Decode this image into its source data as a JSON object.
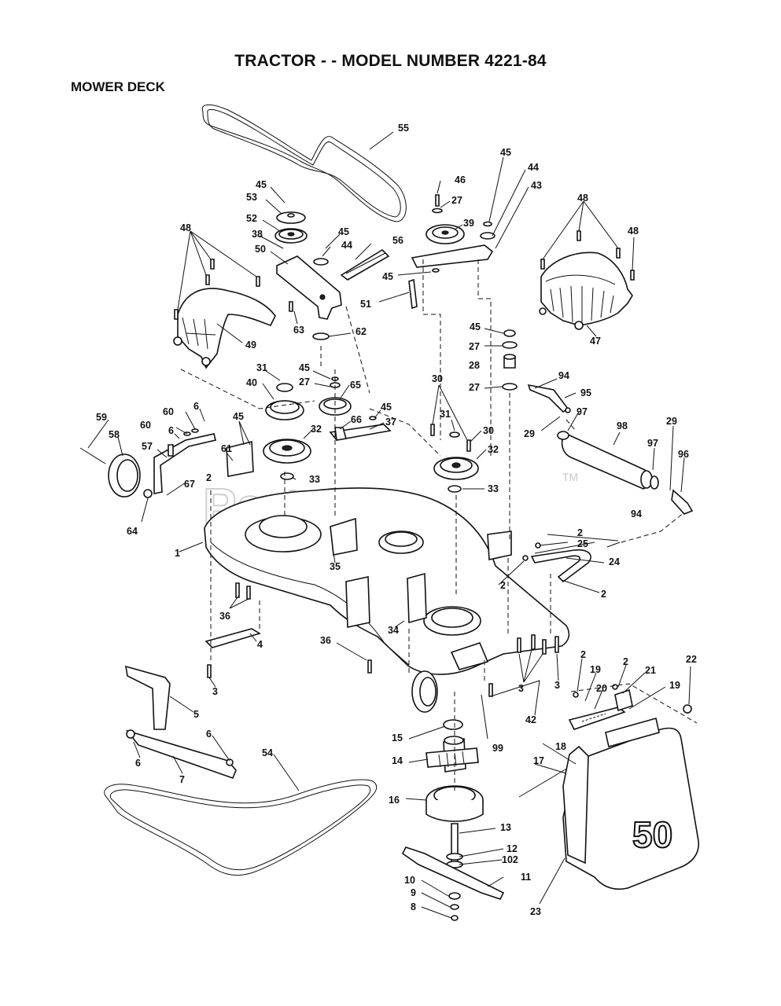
{
  "header": {
    "title": "TRACTOR - - MODEL NUMBER 4221-84",
    "section": "MOWER DECK"
  },
  "watermark": "PartsTree",
  "watermark_tm": "TM",
  "deck_cover_mark": "50",
  "callouts": [
    {
      "id": "c55",
      "label": "55"
    },
    {
      "id": "c45a",
      "label": "45"
    },
    {
      "id": "c53",
      "label": "53"
    },
    {
      "id": "c52",
      "label": "52"
    },
    {
      "id": "c38",
      "label": "38"
    },
    {
      "id": "c45b",
      "label": "45"
    },
    {
      "id": "c44a",
      "label": "44"
    },
    {
      "id": "c50",
      "label": "50"
    },
    {
      "id": "c56",
      "label": "56"
    },
    {
      "id": "c45c",
      "label": "45"
    },
    {
      "id": "c51",
      "label": "51"
    },
    {
      "id": "c63",
      "label": "63"
    },
    {
      "id": "c62",
      "label": "62"
    },
    {
      "id": "c48a",
      "label": "48"
    },
    {
      "id": "c49",
      "label": "49"
    },
    {
      "id": "c46",
      "label": "46"
    },
    {
      "id": "c27a",
      "label": "27"
    },
    {
      "id": "c39",
      "label": "39"
    },
    {
      "id": "c45d",
      "label": "45"
    },
    {
      "id": "c44b",
      "label": "44"
    },
    {
      "id": "c43",
      "label": "43"
    },
    {
      "id": "c48b",
      "label": "48"
    },
    {
      "id": "c48c",
      "label": "48"
    },
    {
      "id": "c47",
      "label": "47"
    },
    {
      "id": "c45e",
      "label": "45"
    },
    {
      "id": "c27b",
      "label": "27"
    },
    {
      "id": "c28",
      "label": "28"
    },
    {
      "id": "c27c",
      "label": "27"
    },
    {
      "id": "c94a",
      "label": "94"
    },
    {
      "id": "c95",
      "label": "95"
    },
    {
      "id": "c29a",
      "label": "29"
    },
    {
      "id": "c97a",
      "label": "97"
    },
    {
      "id": "c98",
      "label": "98"
    },
    {
      "id": "c29b",
      "label": "29"
    },
    {
      "id": "c97b",
      "label": "97"
    },
    {
      "id": "c96",
      "label": "96"
    },
    {
      "id": "c31a",
      "label": "31"
    },
    {
      "id": "c45f",
      "label": "45"
    },
    {
      "id": "c27d",
      "label": "27"
    },
    {
      "id": "c40",
      "label": "40"
    },
    {
      "id": "c65",
      "label": "65"
    },
    {
      "id": "c30a",
      "label": "30"
    },
    {
      "id": "c31b",
      "label": "31"
    },
    {
      "id": "c30b",
      "label": "30"
    },
    {
      "id": "c32a",
      "label": "32"
    },
    {
      "id": "c32b",
      "label": "32"
    },
    {
      "id": "c66",
      "label": "66"
    },
    {
      "id": "c45g",
      "label": "45"
    },
    {
      "id": "c37",
      "label": "37"
    },
    {
      "id": "c33a",
      "label": "33"
    },
    {
      "id": "c33b",
      "label": "33"
    },
    {
      "id": "c59",
      "label": "59"
    },
    {
      "id": "c58",
      "label": "58"
    },
    {
      "id": "c60a",
      "label": "60"
    },
    {
      "id": "c6a",
      "label": "6"
    },
    {
      "id": "c60b",
      "label": "60"
    },
    {
      "id": "c6b",
      "label": "6"
    },
    {
      "id": "c57",
      "label": "57"
    },
    {
      "id": "c45h",
      "label": "45"
    },
    {
      "id": "c61",
      "label": "61"
    },
    {
      "id": "c2a",
      "label": "2"
    },
    {
      "id": "c67",
      "label": "67"
    },
    {
      "id": "c64",
      "label": "64"
    },
    {
      "id": "c1",
      "label": "1"
    },
    {
      "id": "c35",
      "label": "35"
    },
    {
      "id": "c94b",
      "label": "94"
    },
    {
      "id": "c2b",
      "label": "2"
    },
    {
      "id": "c25",
      "label": "25"
    },
    {
      "id": "c24",
      "label": "24"
    },
    {
      "id": "c2c",
      "label": "2"
    },
    {
      "id": "c2d",
      "label": "2"
    },
    {
      "id": "c36a",
      "label": "36"
    },
    {
      "id": "c34",
      "label": "34"
    },
    {
      "id": "c4",
      "label": "4"
    },
    {
      "id": "c36b",
      "label": "36"
    },
    {
      "id": "c3a",
      "label": "3"
    },
    {
      "id": "c3b",
      "label": "3"
    },
    {
      "id": "c3c",
      "label": "3"
    },
    {
      "id": "c42",
      "label": "42"
    },
    {
      "id": "c2e",
      "label": "2"
    },
    {
      "id": "c19a",
      "label": "19"
    },
    {
      "id": "c2f",
      "label": "2"
    },
    {
      "id": "c21",
      "label": "21"
    },
    {
      "id": "c22",
      "label": "22"
    },
    {
      "id": "c20",
      "label": "20"
    },
    {
      "id": "c19b",
      "label": "19"
    },
    {
      "id": "c5",
      "label": "5"
    },
    {
      "id": "c6c",
      "label": "6"
    },
    {
      "id": "c6d",
      "label": "6"
    },
    {
      "id": "c7",
      "label": "7"
    },
    {
      "id": "c54",
      "label": "54"
    },
    {
      "id": "c99",
      "label": "99"
    },
    {
      "id": "c15",
      "label": "15"
    },
    {
      "id": "c14",
      "label": "14"
    },
    {
      "id": "c18",
      "label": "18"
    },
    {
      "id": "c17",
      "label": "17"
    },
    {
      "id": "c16",
      "label": "16"
    },
    {
      "id": "c13",
      "label": "13"
    },
    {
      "id": "c12",
      "label": "12"
    },
    {
      "id": "c102",
      "label": "102"
    },
    {
      "id": "c11",
      "label": "11"
    },
    {
      "id": "c10",
      "label": "10"
    },
    {
      "id": "c9",
      "label": "9"
    },
    {
      "id": "c8",
      "label": "8"
    },
    {
      "id": "c23",
      "label": "23"
    }
  ]
}
